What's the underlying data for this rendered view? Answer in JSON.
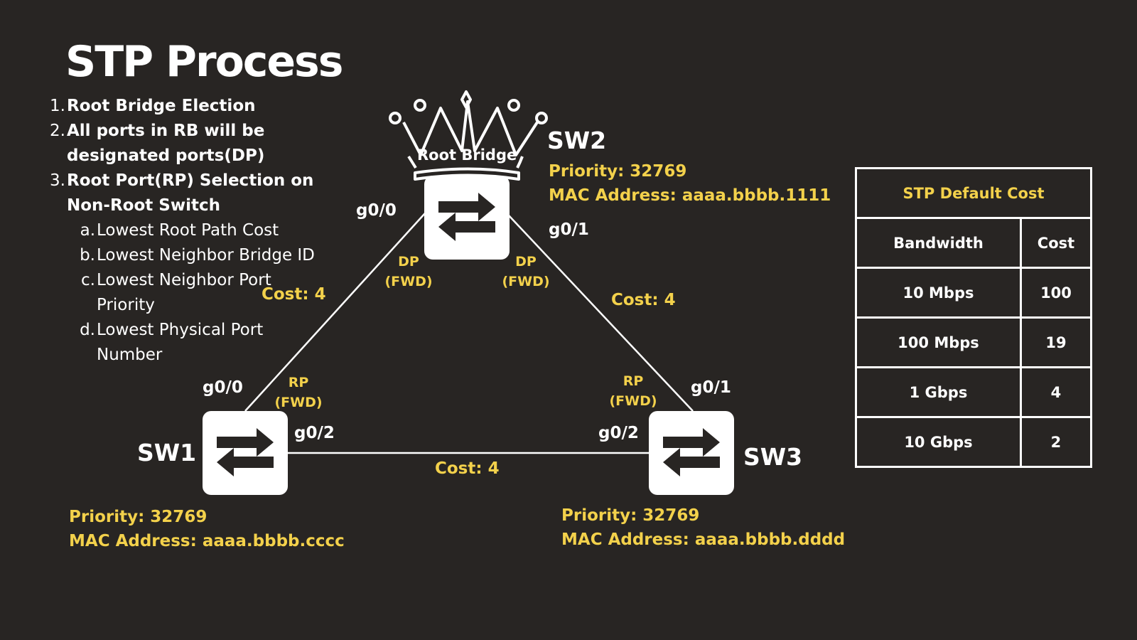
{
  "title": "STP Process",
  "steps": [
    {
      "num": "1.",
      "text": "Root Bridge Election"
    },
    {
      "num": "2.",
      "text": "All ports in RB will be designated ports(DP)"
    },
    {
      "num": "3.",
      "text": "Root Port(RP) Selection on Non-Root Switch"
    }
  ],
  "substeps": [
    {
      "num": "a.",
      "text": "Lowest Root Path Cost"
    },
    {
      "num": "b.",
      "text": "Lowest Neighbor Bridge ID"
    },
    {
      "num": "c.",
      "text": "Lowest Neighbor Port Priority"
    },
    {
      "num": "d.",
      "text": "Lowest Physical Port Number"
    }
  ],
  "crown_label": "Root Bridge",
  "sw2": {
    "name": "SW2",
    "priority": "Priority: 32769",
    "mac": "MAC Address: aaaa.bbbb.1111",
    "port_left": "g0/0",
    "port_right": "g0/1",
    "role_left": [
      "DP",
      "(FWD)"
    ],
    "role_right": [
      "DP",
      "(FWD)"
    ]
  },
  "sw1": {
    "name": "SW1",
    "priority": "Priority: 32769",
    "mac": "MAC Address: aaaa.bbbb.cccc",
    "port_top": "g0/0",
    "port_right": "g0/2",
    "role_top": [
      "RP",
      "(FWD)"
    ]
  },
  "sw3": {
    "name": "SW3",
    "priority": "Priority: 32769",
    "mac": "MAC Address: aaaa.bbbb.dddd",
    "port_top": "g0/1",
    "port_left": "g0/2",
    "role_top": [
      "RP",
      "(FWD)"
    ]
  },
  "links": {
    "left_cost": "Cost: 4",
    "right_cost": "Cost: 4",
    "bottom_cost": "Cost: 4"
  },
  "cost_table": {
    "title": "STP Default Cost",
    "headers": [
      "Bandwidth",
      "Cost"
    ],
    "rows": [
      [
        "10 Mbps",
        "100"
      ],
      [
        "100 Mbps",
        "19"
      ],
      [
        "1 Gbps",
        "4"
      ],
      [
        "10 Gbps",
        "2"
      ]
    ]
  },
  "colors": {
    "background": "#282523",
    "accent": "#f3d14b",
    "foreground": "#ffffff"
  }
}
